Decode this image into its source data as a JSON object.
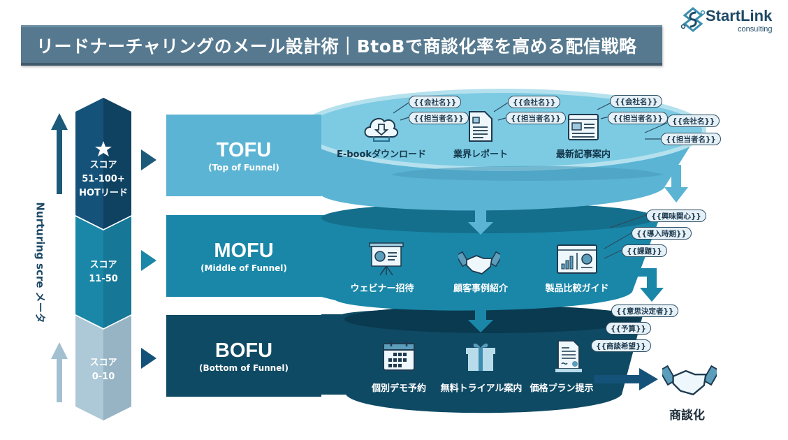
{
  "header": {
    "title": "リードナーチャリングのメール設計術｜BtoBで商談化率を高める配信戦略"
  },
  "logo": {
    "name": "StartLink",
    "subtitle": "consulting"
  },
  "score_meter": {
    "label": "Nurturing scre メータ",
    "segments": [
      {
        "line1": "スコア",
        "line2": "51-100+",
        "line3": "HOTリード",
        "icon": "star-icon",
        "color": "#134e6f"
      },
      {
        "line1": "スコア",
        "line2": "11-50",
        "color": "#1a87a8"
      },
      {
        "line1": "スコア",
        "line2": "0-10",
        "color": "#a3c0d0"
      }
    ]
  },
  "stages": [
    {
      "name": "TOFU",
      "sub": "(Top of Funnel)",
      "color": "#5bb4d4",
      "items": [
        {
          "label": "E-bookダウンロード",
          "icon": "cloud-download-icon"
        },
        {
          "label": "業界レポート",
          "icon": "document-icon"
        },
        {
          "label": "最新記事案内",
          "icon": "article-icon"
        }
      ],
      "tags": [
        "{{会社名}}",
        "{{担当者名}}",
        "{{会社名}}",
        "{{担当者名}}",
        "{{会社名}}",
        "{{担当者名}}",
        "{{会社名}}",
        "{{担当者名}}"
      ]
    },
    {
      "name": "MOFU",
      "sub": "(Middle of Funnel)",
      "color": "#1a87a8",
      "items": [
        {
          "label": "ウェビナー招待",
          "icon": "presentation-icon"
        },
        {
          "label": "顧客事例紹介",
          "icon": "handshake-icon"
        },
        {
          "label": "製品比較ガイド",
          "icon": "comparison-chart-icon"
        }
      ],
      "tags": [
        "{{興味関心}}",
        "{{導入時期}}",
        "{{課題}}"
      ]
    },
    {
      "name": "BOFU",
      "sub": "(Bottom of Funnel)",
      "color": "#0f4a64",
      "items": [
        {
          "label": "個別デモ予約",
          "icon": "calendar-icon"
        },
        {
          "label": "無料トライアル案内",
          "icon": "gift-icon"
        },
        {
          "label": "価格プラン提示",
          "icon": "contract-icon"
        }
      ],
      "tags": [
        "{{意思決定者}}",
        "{{予算}}",
        "{{商談希望}}"
      ]
    }
  ],
  "outcome": {
    "label": "商談化",
    "icon": "handshake-icon"
  }
}
